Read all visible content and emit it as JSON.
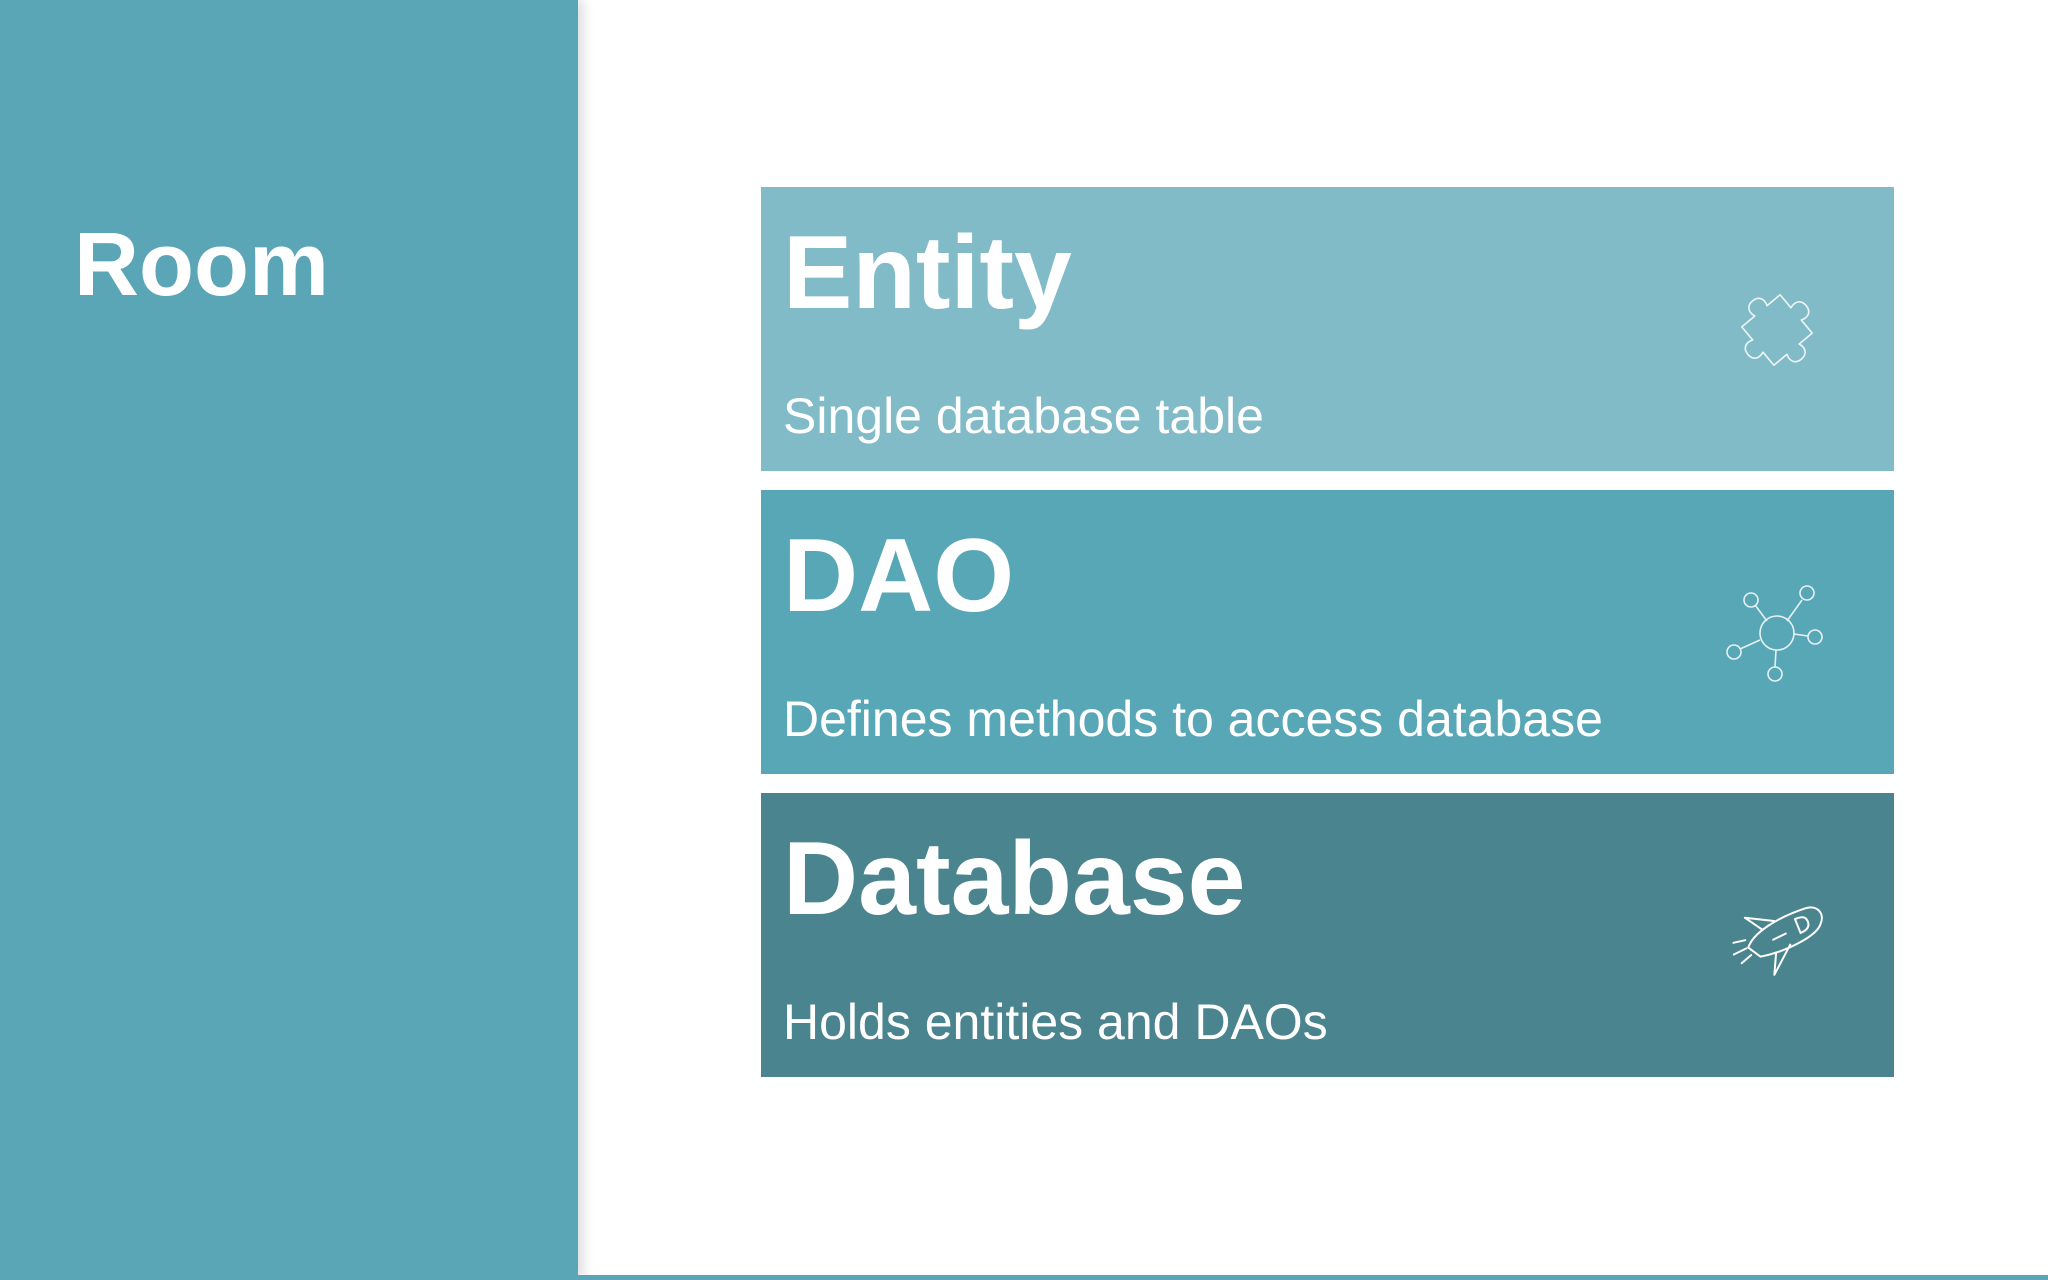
{
  "sidebar": {
    "title": "Room",
    "color": "#5ba6b6"
  },
  "cards": [
    {
      "title": "Entity",
      "subtitle": "Single database table",
      "icon": "puzzle-piece-icon",
      "color": "#82bbc8"
    },
    {
      "title": "DAO",
      "subtitle": "Defines methods to access database",
      "icon": "network-nodes-icon",
      "color": "#58a7b6"
    },
    {
      "title": "Database",
      "subtitle": "Holds entities and DAOs",
      "icon": "rocket-icon",
      "color": "#4a848e"
    }
  ]
}
